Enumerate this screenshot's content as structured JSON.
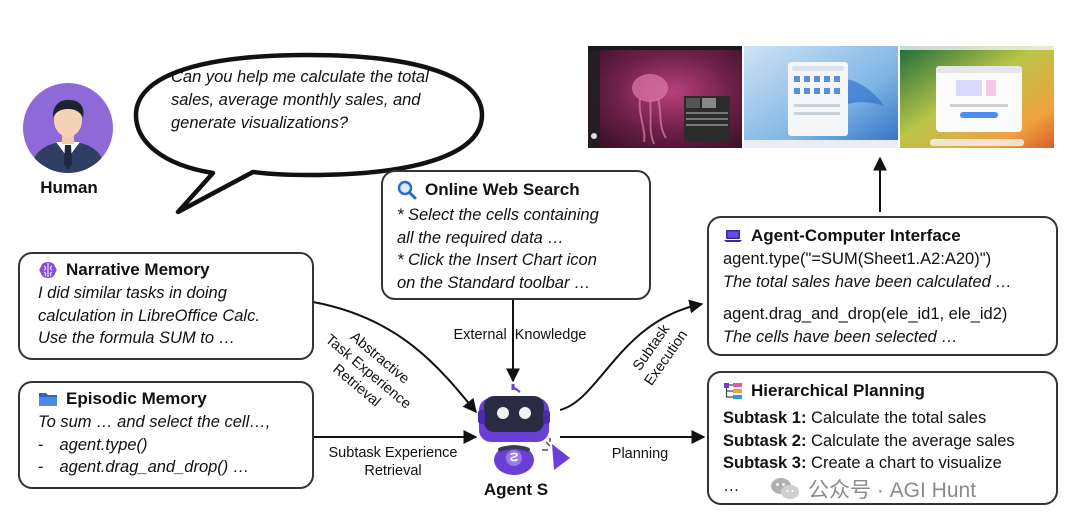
{
  "human": {
    "label": "Human",
    "speech": [
      "Can you help me calculate the total",
      "sales, average monthly sales, and",
      "generate visualizations?"
    ]
  },
  "narrative_memory": {
    "title": "Narrative Memory",
    "icon": "brain-icon",
    "lines": [
      "I did similar tasks in doing",
      "calculation in LibreOffice Calc.",
      "Use the formula SUM to …"
    ]
  },
  "episodic_memory": {
    "title": "Episodic Memory",
    "icon": "folder-icon",
    "line1": "To sum … and select the cell…,",
    "items": [
      {
        "bullet": "-",
        "text": "agent.type()"
      },
      {
        "bullet": "-",
        "text": "agent.drag_and_drop() …"
      }
    ]
  },
  "web_search": {
    "title": "Online Web Search",
    "icon": "magnifier-icon",
    "lines": [
      "* Select the cells containing",
      "all the required data …",
      "* Click the Insert Chart icon",
      "on the Standard toolbar …"
    ]
  },
  "aci": {
    "title": "Agent-Computer Interface",
    "icon": "laptop-icon",
    "code1": "agent.type(\"=SUM(Sheet1.A2:A20)\")",
    "note1": "The total sales have been calculated …",
    "code2": "agent.drag_and_drop(ele_id1, ele_id2)",
    "note2": "The cells have been selected …"
  },
  "planning": {
    "title": "Hierarchical Planning",
    "icon": "hierarchy-icon",
    "subtasks": [
      {
        "label": "Subtask 1:",
        "text": " Calculate the total sales"
      },
      {
        "label": "Subtask 2:",
        "text": " Calculate the average sales"
      },
      {
        "label": "Subtask 3:",
        "text": " Create a chart to visualize"
      }
    ],
    "more": "…"
  },
  "agent": {
    "label": "Agent S",
    "badge": "S"
  },
  "edges": {
    "abstractive": [
      "Abstractive",
      "Task Experience",
      "Retrieval"
    ],
    "subtask_exp": [
      "Subtask Experience",
      "Retrieval"
    ],
    "external": "External  Knowledge",
    "execution": [
      "Subtask",
      "Execution"
    ],
    "planning": "Planning"
  },
  "watermark": "公众号 · AGI Hunt",
  "colors": {
    "avatar_bg": "#8e6ad8",
    "agent_purple": "#6a3fd8",
    "box_border": "#333333"
  }
}
